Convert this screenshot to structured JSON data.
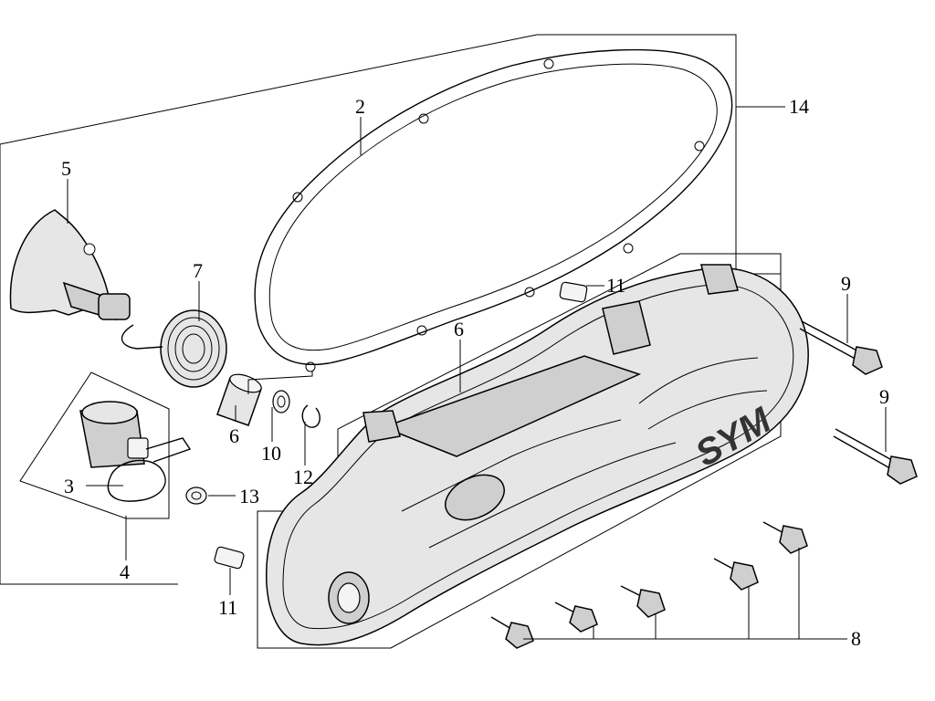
{
  "diagram": {
    "callouts": [
      "2",
      "14",
      "5",
      "7",
      "11",
      "6",
      "9",
      "9",
      "6",
      "10",
      "12",
      "3",
      "13",
      "4",
      "11",
      "8"
    ]
  },
  "logo_text": "SYM",
  "colors": {
    "line": "#000000",
    "fill": "#e6e6e6",
    "shade": "#cfcfcf",
    "background": "#ffffff"
  }
}
